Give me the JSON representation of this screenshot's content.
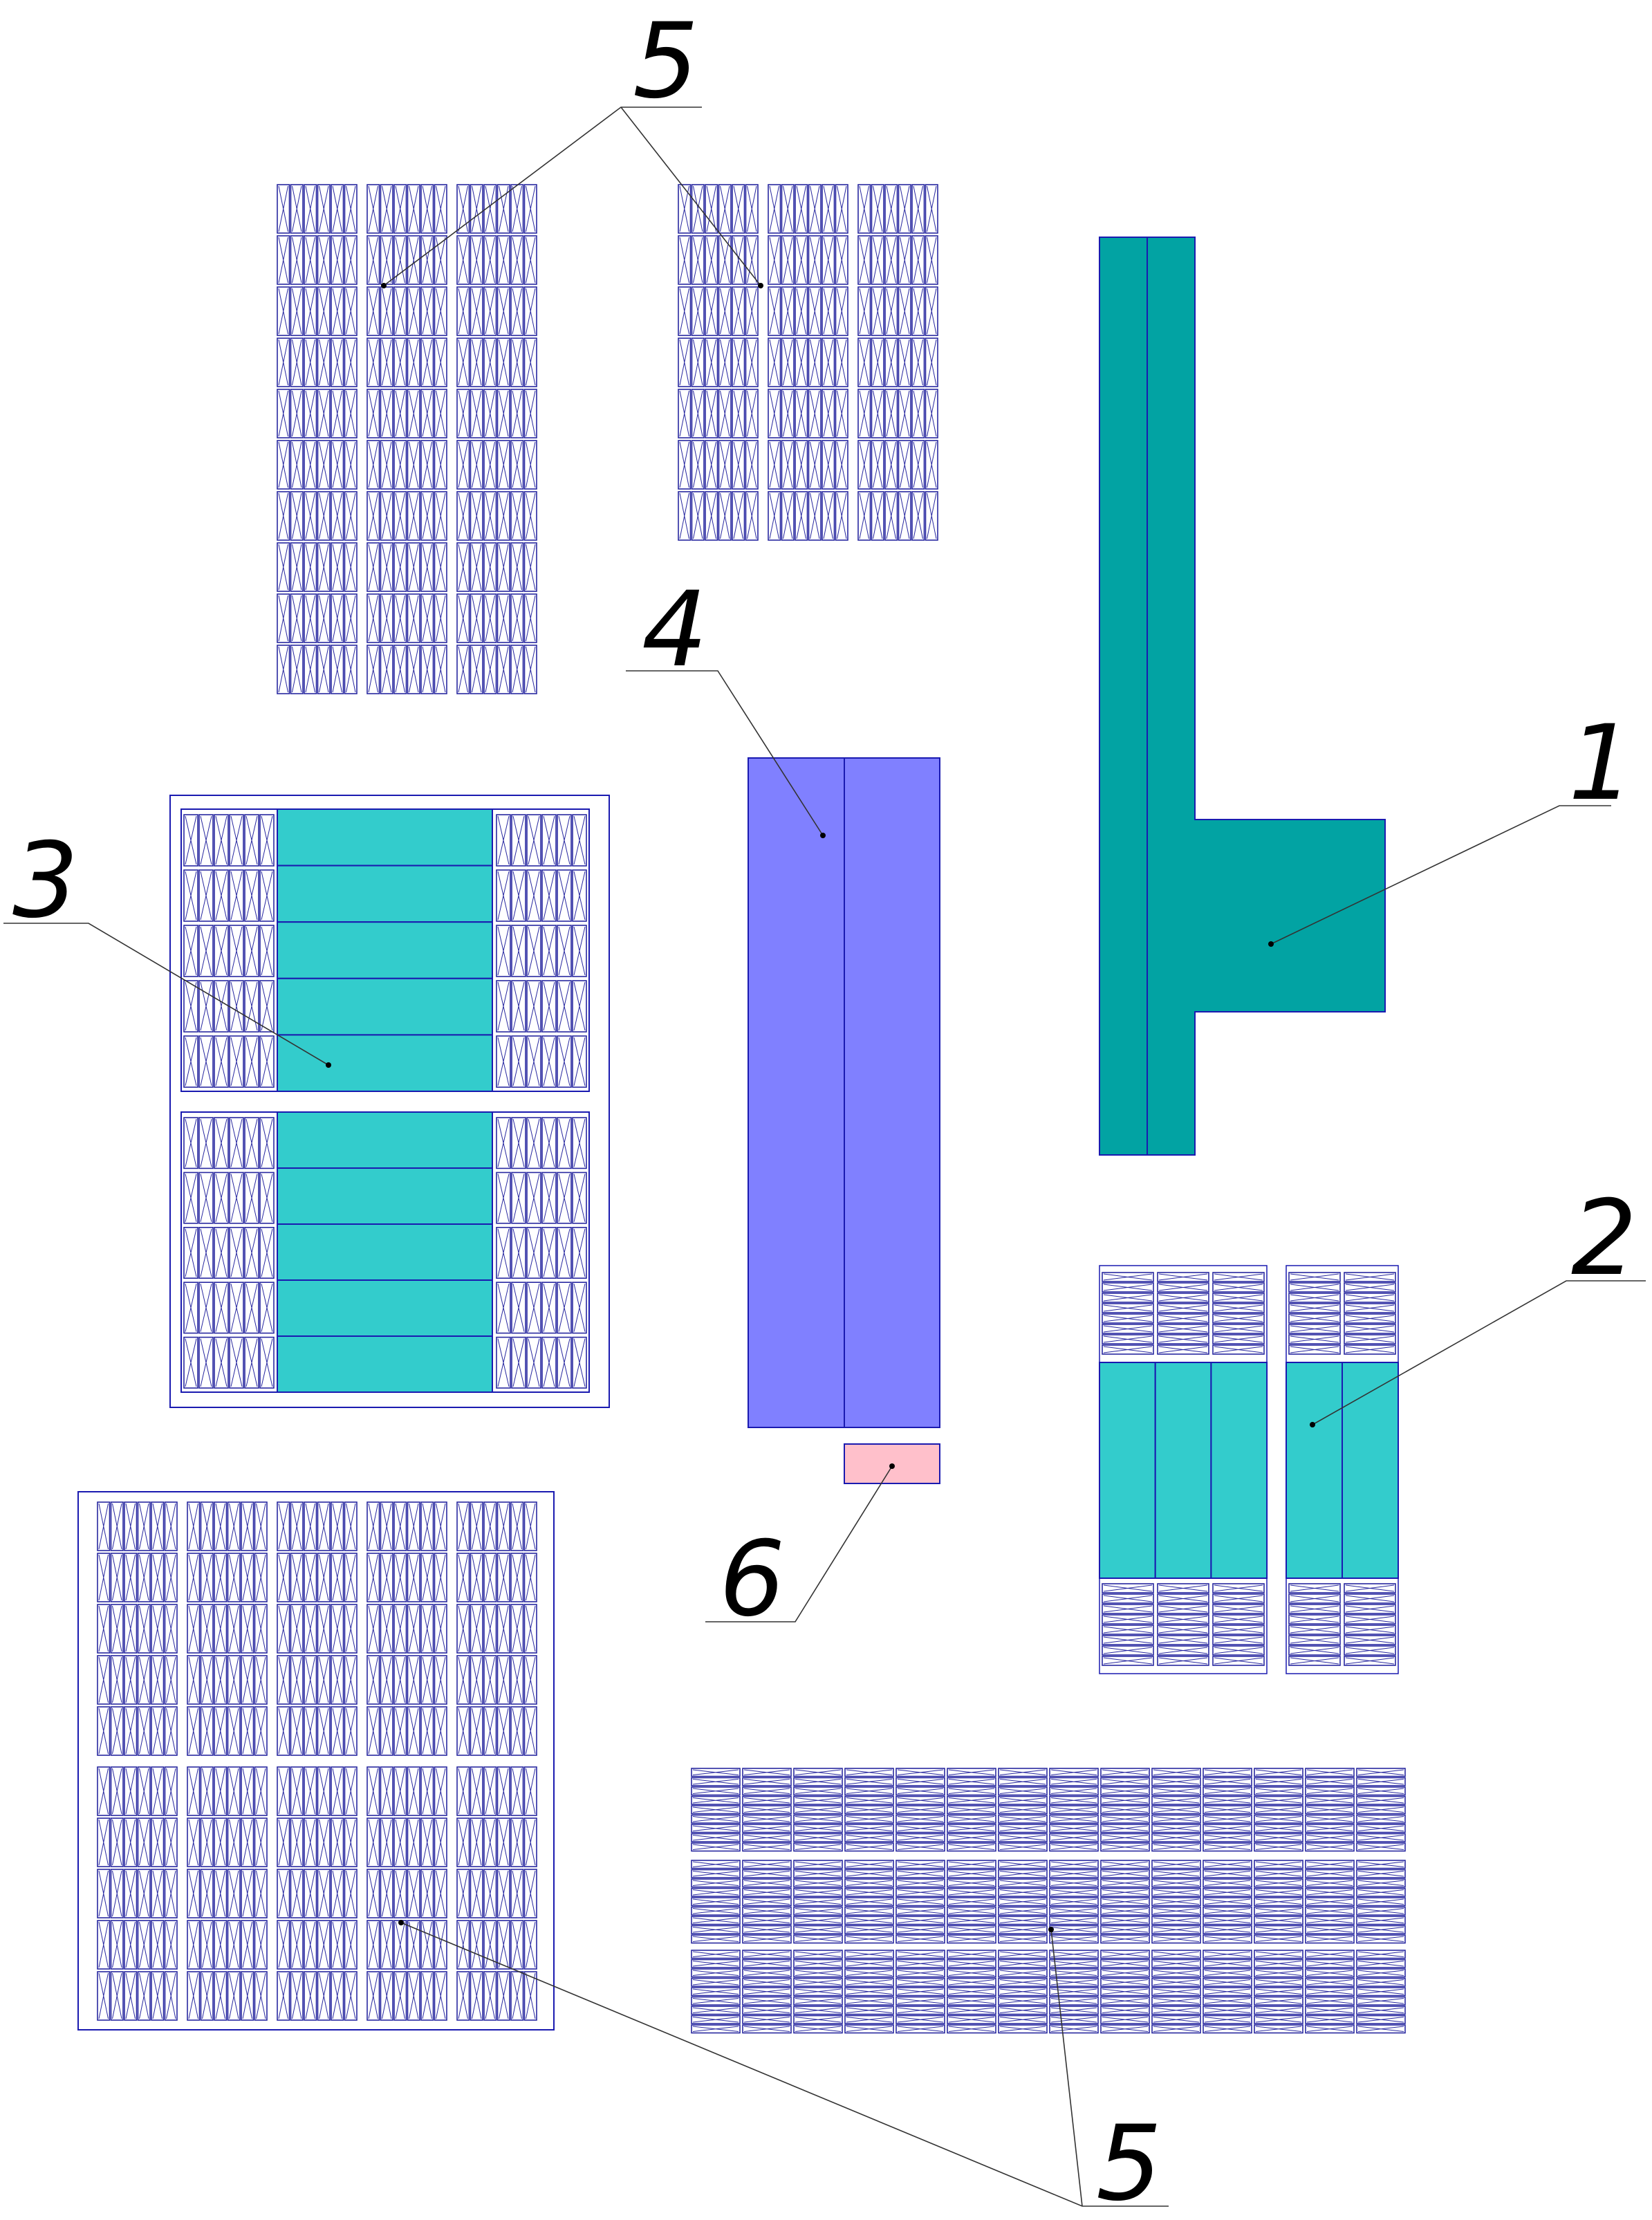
{
  "colors": {
    "outline": "#1a1ab0",
    "cell_outline": "#2828a0",
    "leader": "#333333",
    "item1_fill": "#02a3a3",
    "item2_fill": "#33cccc",
    "item3_fill": "#33cccc",
    "item4_fill": "#8080ff",
    "item6_fill": "#ffc0cb",
    "background": "#ffffff"
  },
  "labels": {
    "item1": "1",
    "item2": "2",
    "item3": "3",
    "item4": "4",
    "item5_top": "5",
    "item5_bottom": "5",
    "item6": "6"
  }
}
